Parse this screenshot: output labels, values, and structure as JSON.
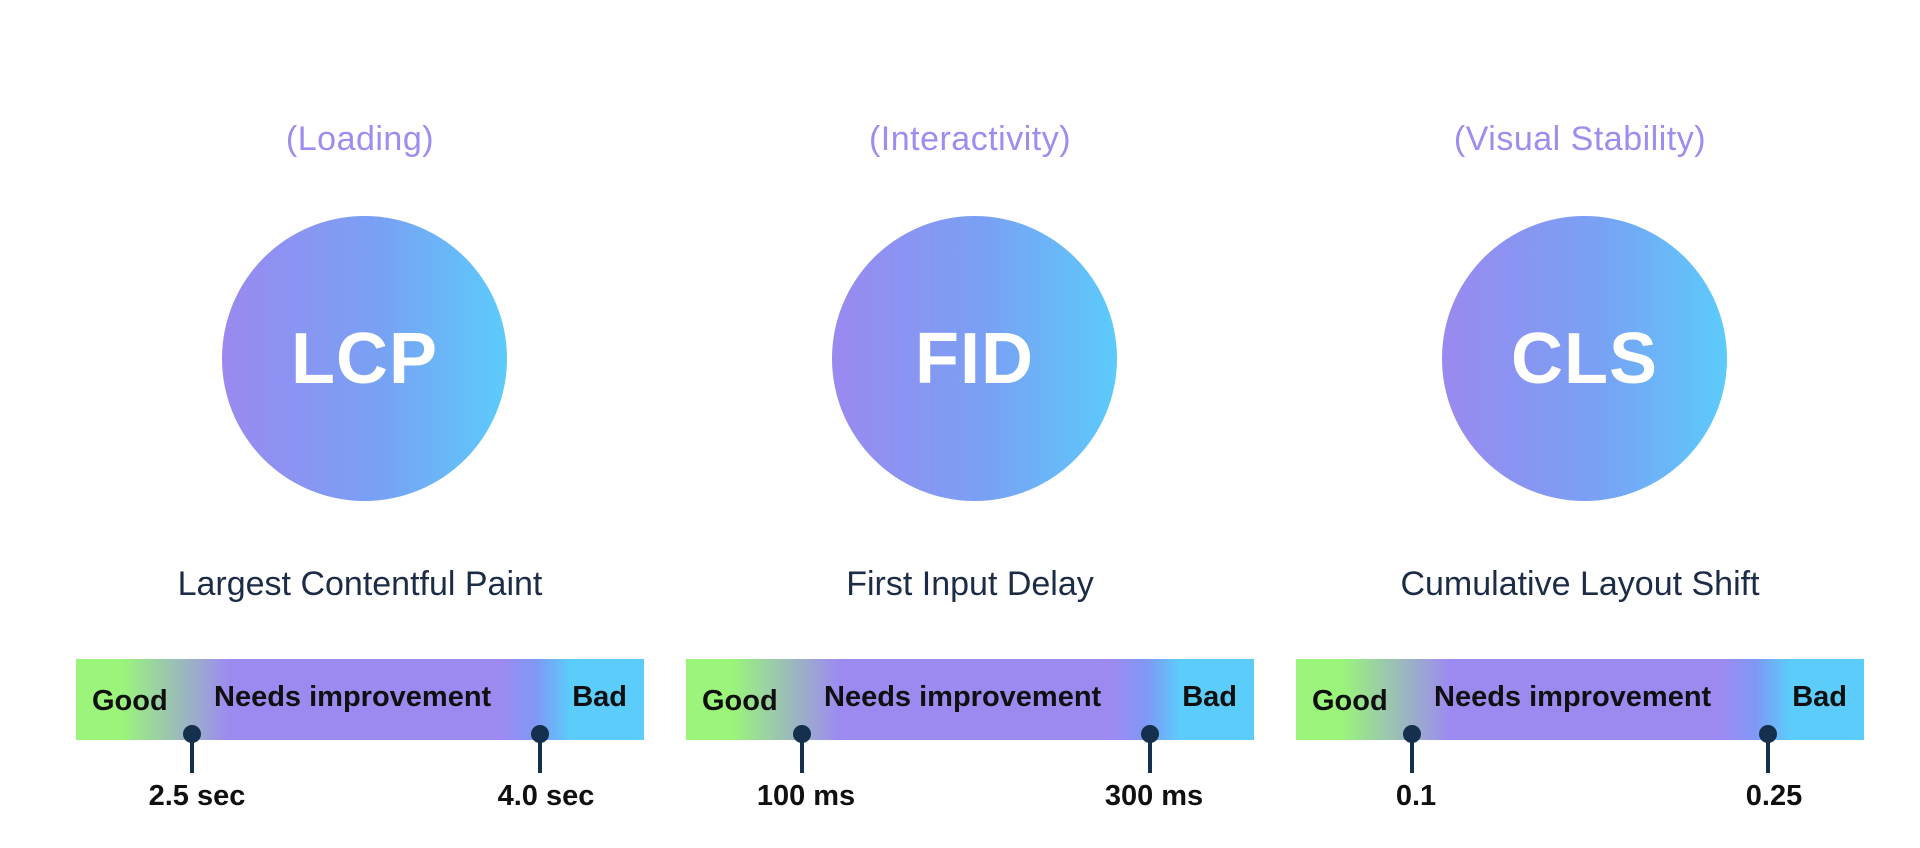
{
  "colors": {
    "category_text": "#9f8cef",
    "circle_gradient": [
      "#9a89f0",
      "#78a1f4",
      "#5ccbfb"
    ],
    "good": "#9af57a",
    "needs_improvement": "#9c8af1",
    "bad": "#5cccfb",
    "marker": "#14304c",
    "title_text": "#1c2c46"
  },
  "scale_labels": {
    "good": "Good",
    "needs_improvement": "Needs improvement",
    "bad": "Bad"
  },
  "metrics": [
    {
      "category": "(Loading)",
      "abbr": "LCP",
      "full_name": "Largest Contentful Paint",
      "thresholds": [
        "2.5 sec",
        "4.0 sec"
      ]
    },
    {
      "category": "(Interactivity)",
      "abbr": "FID",
      "full_name": "First Input Delay",
      "thresholds": [
        "100 ms",
        "300 ms"
      ]
    },
    {
      "category": "(Visual Stability)",
      "abbr": "CLS",
      "full_name": "Cumulative Layout Shift",
      "thresholds": [
        "0.1",
        "0.25"
      ]
    }
  ]
}
